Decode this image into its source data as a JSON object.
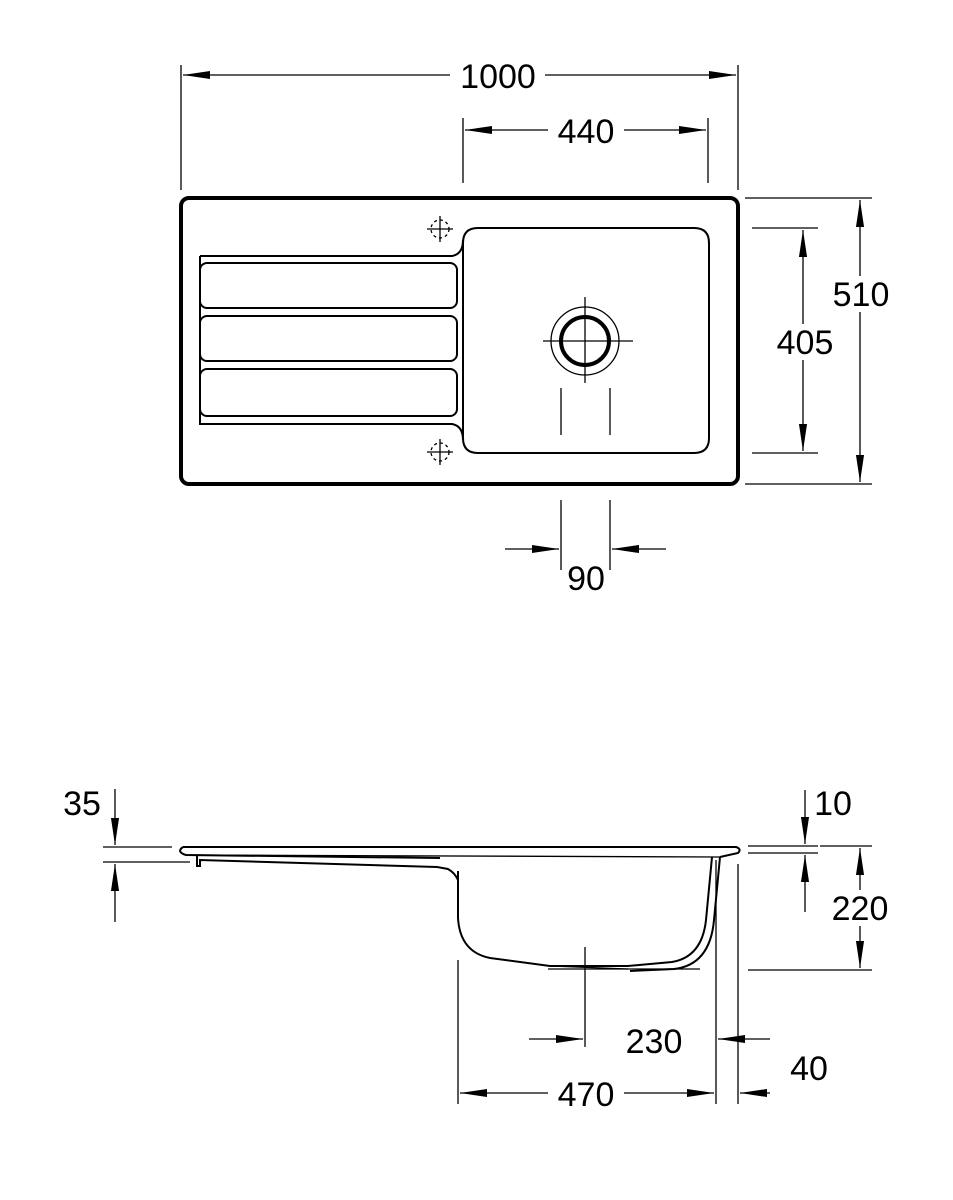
{
  "top_view": {
    "overall_width": "1000",
    "bowl_width": "440",
    "overall_depth": "510",
    "bowl_depth": "405",
    "waste_spacing": "90"
  },
  "side_view": {
    "rim_thickness_left": "35",
    "rim_thickness_right": "10",
    "bowl_height": "220",
    "waste_offset": "230",
    "bowl_length": "470",
    "edge_margin": "40"
  },
  "colors": {
    "line": "#000000",
    "background": "#ffffff"
  }
}
